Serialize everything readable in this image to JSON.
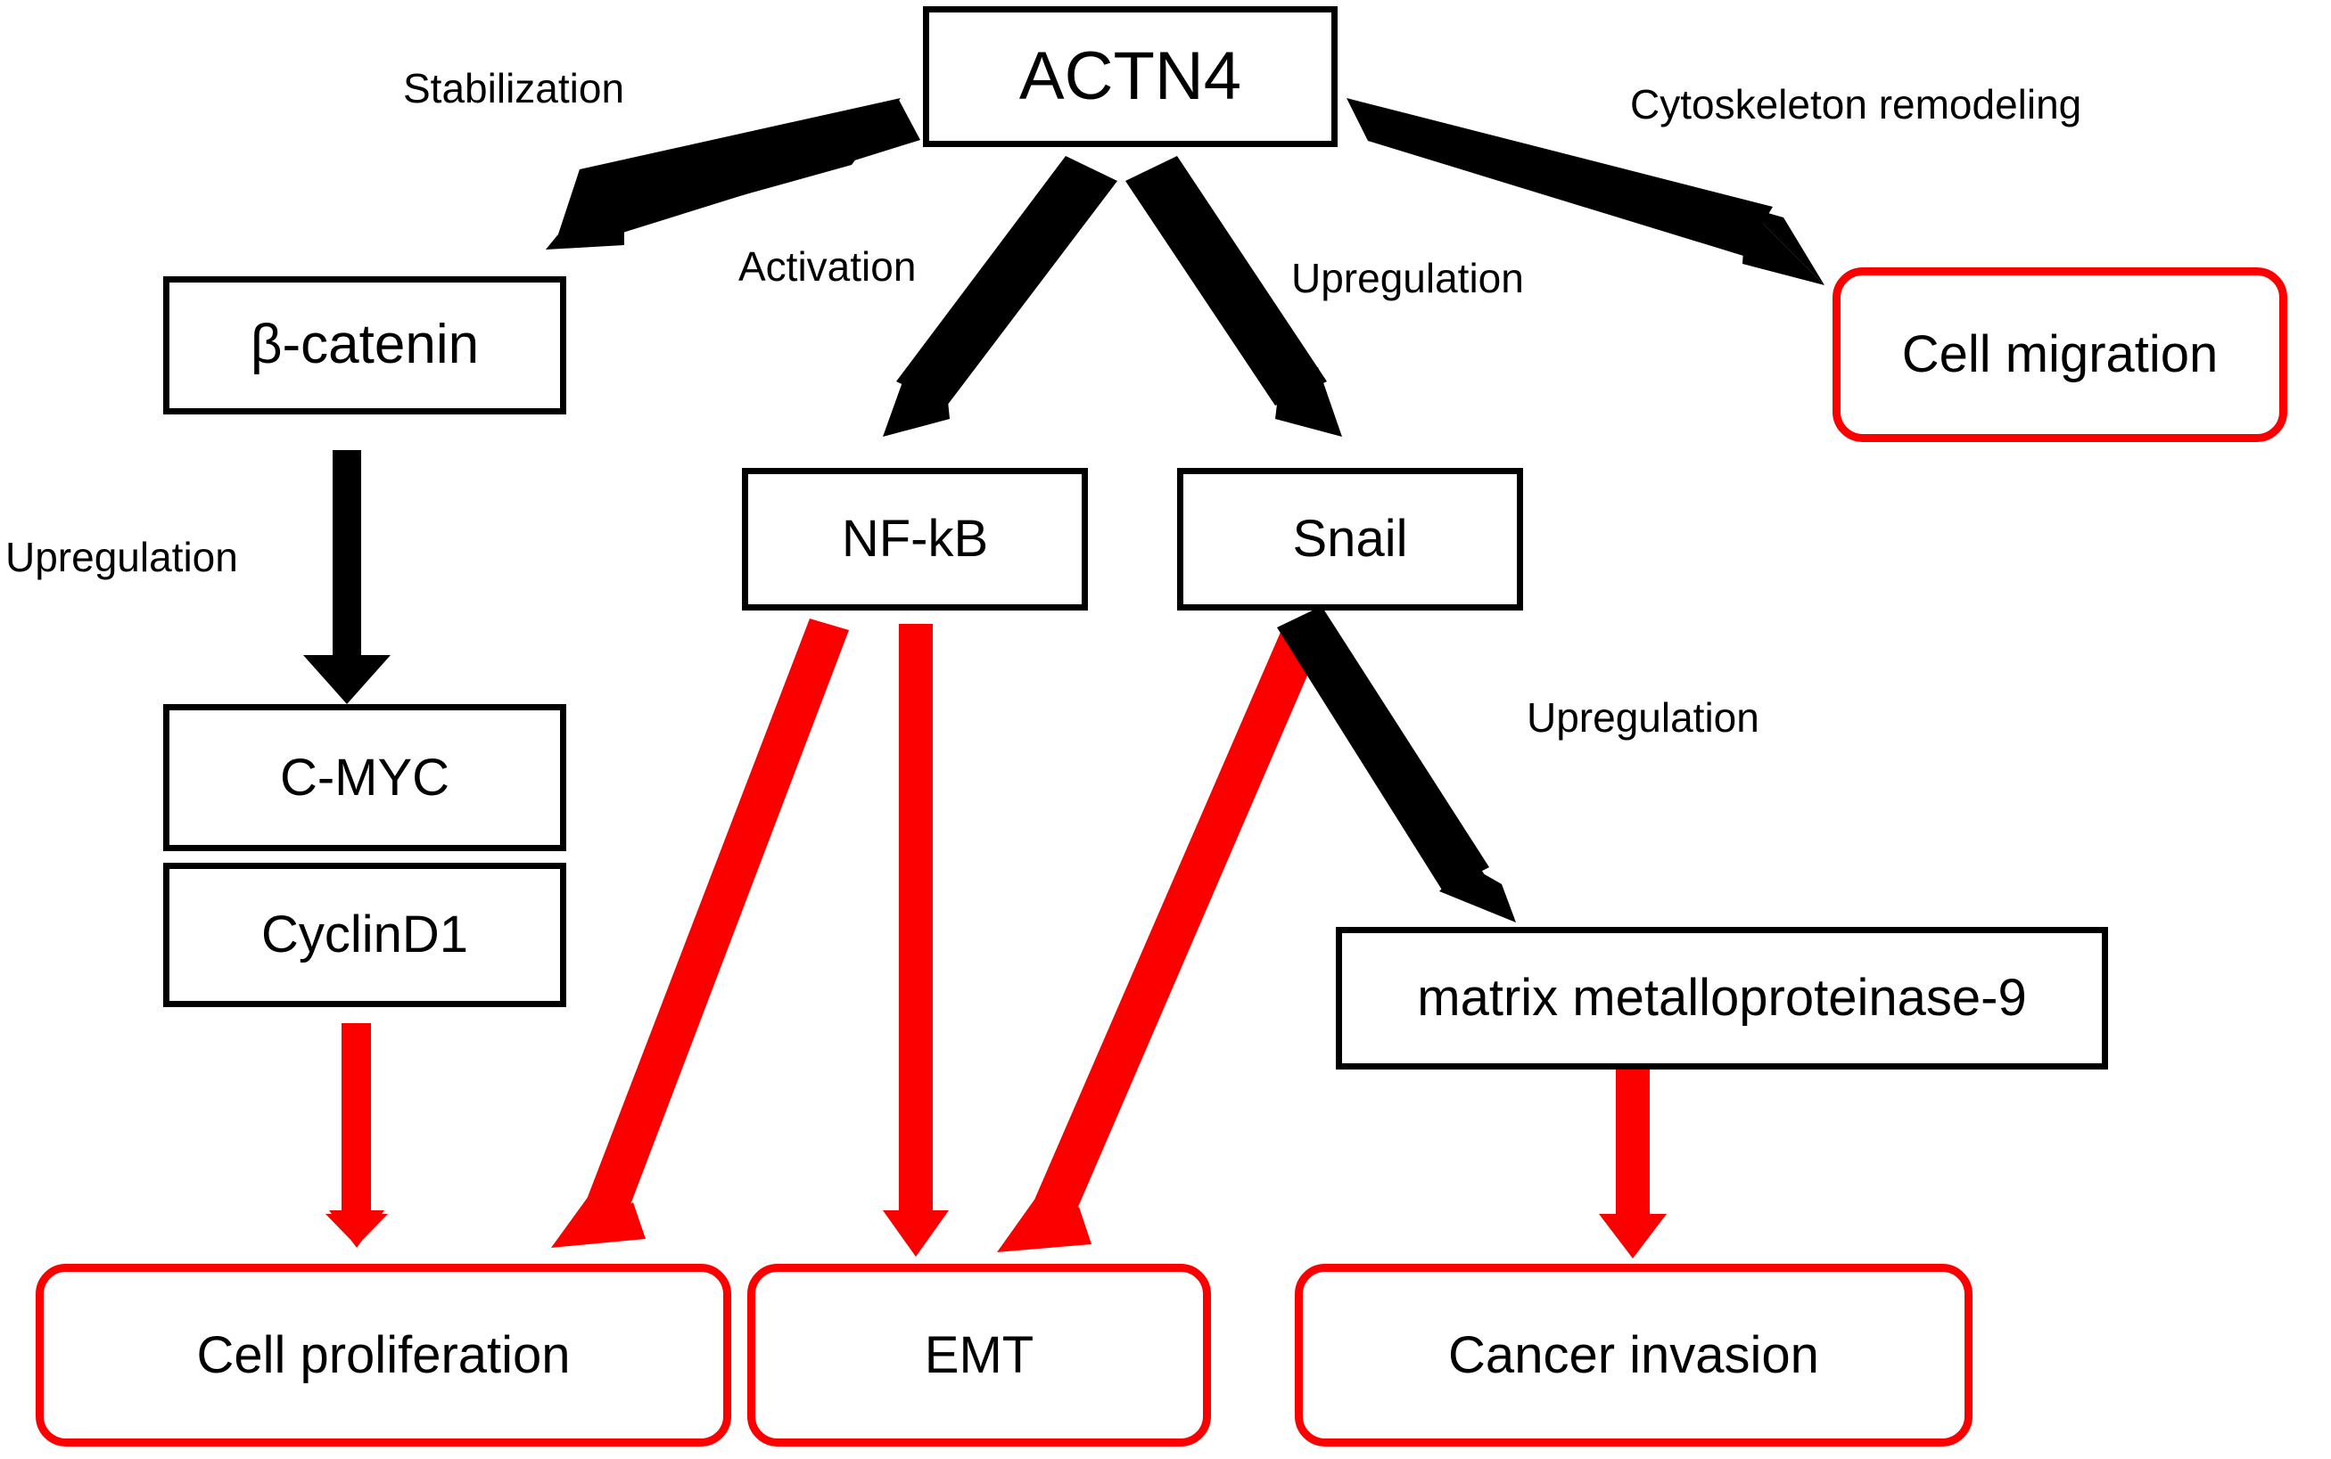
{
  "diagram": {
    "title": "ACTN4 signaling pathway in cancer",
    "colors": {
      "black": "#000000",
      "red": "#fc0000",
      "background": "#ffffff"
    },
    "nodes": [
      {
        "id": "actn4",
        "label": "ACTN4",
        "style": "black-rect",
        "font_size": 76
      },
      {
        "id": "bcat",
        "label": "β-catenin",
        "style": "black-rect",
        "font_size": 62
      },
      {
        "id": "cmyc",
        "label": "C-MYC",
        "style": "black-rect",
        "font_size": 58
      },
      {
        "id": "ccnd1",
        "label": "CyclinD1",
        "style": "black-rect",
        "font_size": 58
      },
      {
        "id": "nfkb",
        "label": "NF-kB",
        "style": "black-rect",
        "font_size": 58
      },
      {
        "id": "snail",
        "label": "Snail",
        "style": "black-rect",
        "font_size": 58
      },
      {
        "id": "mmp9",
        "label": "matrix metalloproteinase-9",
        "style": "black-rect",
        "font_size": 58
      },
      {
        "id": "migr",
        "label": "Cell migration",
        "style": "red-rounded",
        "font_size": 58
      },
      {
        "id": "prolif",
        "label": "Cell proliferation",
        "style": "red-rounded",
        "font_size": 58
      },
      {
        "id": "emt",
        "label": "EMT",
        "style": "red-rounded",
        "font_size": 58
      },
      {
        "id": "invas",
        "label": "Cancer invasion",
        "style": "red-rounded",
        "font_size": 58
      }
    ],
    "edge_labels": [
      {
        "id": "lbl-stabilization",
        "text": "Stabilization",
        "font_size": 46
      },
      {
        "id": "lbl-cytoskeleton",
        "text": "Cytoskeleton remodeling",
        "font_size": 46
      },
      {
        "id": "lbl-activation",
        "text": "Activation",
        "font_size": 46
      },
      {
        "id": "lbl-upregulation-1",
        "text": "Upregulation",
        "font_size": 46
      },
      {
        "id": "lbl-upregulation-2",
        "text": "Upregulation",
        "font_size": 46
      },
      {
        "id": "lbl-upregulation-3",
        "text": "Upregulation",
        "font_size": 46
      }
    ],
    "edges": [
      {
        "id": "e-actn4-bcat",
        "from": "ACTN4",
        "to": "β-catenin",
        "color": "#000000",
        "label": "Stabilization"
      },
      {
        "id": "e-actn4-nfkb",
        "from": "ACTN4",
        "to": "NF-kB",
        "color": "#000000",
        "label": "Activation"
      },
      {
        "id": "e-actn4-snail",
        "from": "ACTN4",
        "to": "Snail",
        "color": "#000000",
        "label": "Upregulation"
      },
      {
        "id": "e-actn4-migr",
        "from": "ACTN4",
        "to": "Cell migration",
        "color": "#000000",
        "label": "Cytoskeleton remodeling"
      },
      {
        "id": "e-bcat-cmyc",
        "from": "β-catenin",
        "to": "C-MYC",
        "color": "#000000",
        "label": "Upregulation"
      },
      {
        "id": "e-ccnd1-prolif",
        "from": "CyclinD1",
        "to": "Cell proliferation",
        "color": "#fc0000",
        "label": ""
      },
      {
        "id": "e-nfkb-prolif",
        "from": "NF-kB",
        "to": "Cell proliferation",
        "color": "#fc0000",
        "label": ""
      },
      {
        "id": "e-nfkb-emt",
        "from": "NF-kB",
        "to": "EMT",
        "color": "#fc0000",
        "label": ""
      },
      {
        "id": "e-snail-emt",
        "from": "Snail",
        "to": "EMT",
        "color": "#fc0000",
        "label": ""
      },
      {
        "id": "e-snail-mmp9",
        "from": "Snail",
        "to": "matrix metalloproteinase-9",
        "color": "#000000",
        "label": "Upregulation"
      },
      {
        "id": "e-mmp9-invas",
        "from": "matrix metalloproteinase-9",
        "to": "Cancer invasion",
        "color": "#fc0000",
        "label": ""
      }
    ]
  }
}
